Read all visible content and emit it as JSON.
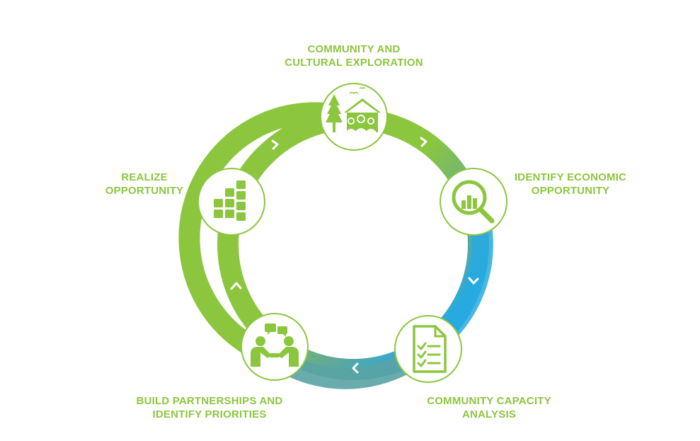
{
  "colors": {
    "green": "#8cc63f",
    "teal": "#5fa89a",
    "blue": "#27aae1",
    "node_border": "#8cc63f",
    "node_fill": "#ffffff",
    "arrow": "#ffffff"
  },
  "stages": [
    {
      "id": "community-cultural-exploration",
      "label_lines": [
        "COMMUNITY AND",
        "CULTURAL EXPLORATION"
      ],
      "icon": "community-house-tree-icon"
    },
    {
      "id": "identify-economic-opportunity",
      "label_lines": [
        "IDENTIFY ECONOMIC",
        "OPPORTUNITY"
      ],
      "icon": "magnifier-chart-icon"
    },
    {
      "id": "community-capacity-analysis",
      "label_lines": [
        "COMMUNITY CAPACITY",
        "ANALYSIS"
      ],
      "icon": "checklist-document-icon"
    },
    {
      "id": "build-partnerships",
      "label_lines": [
        "BUILD PARTNERSHIPS AND",
        "IDENTIFY PRIORITIES"
      ],
      "icon": "handshake-people-icon"
    },
    {
      "id": "realize-opportunity",
      "label_lines": [
        "REALIZE",
        "OPPORTUNITY"
      ],
      "icon": "building-blocks-icon"
    }
  ],
  "flow_direction": "clockwise"
}
